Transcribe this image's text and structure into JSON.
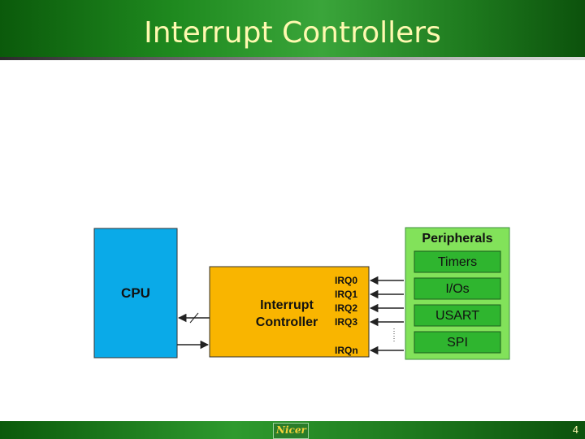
{
  "slide": {
    "title": "Interrupt Controllers",
    "page_number": "4",
    "logo_text": "Nicer"
  },
  "diagram": {
    "cpu_label": "CPU",
    "controller_label_line1": "Interrupt",
    "controller_label_line2": "Controller",
    "irq_lines": [
      "IRQ0",
      "IRQ1",
      "IRQ2",
      "IRQ3"
    ],
    "irq_last": "IRQn",
    "peripherals_title": "Peripherals",
    "peripherals": [
      "Timers",
      "I/Os",
      "USART",
      "SPI"
    ],
    "colors": {
      "cpu": "#0aaae8",
      "controller": "#f9b500",
      "peripherals_bg": "#82e25a",
      "peripheral_item": "#2fb52f",
      "header_green": "#1f8a1f",
      "title_text": "#fff9b0"
    }
  }
}
